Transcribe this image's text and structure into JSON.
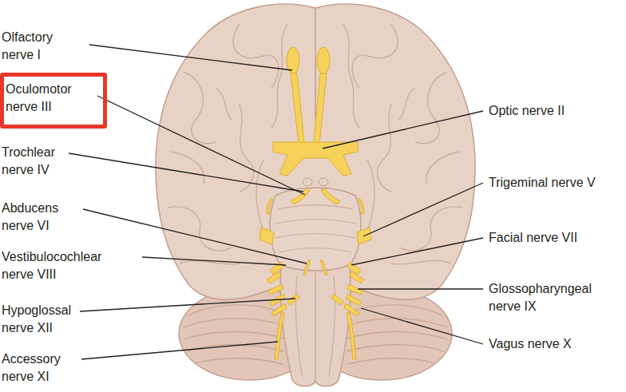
{
  "diagram": {
    "nodes": [
      {
        "text": [
          "Oculomotor nerve III"
        ]
      }
    ],
    "labels": [
      "Olfactory nerve I",
      "Trochlear nerve IV",
      "Abducens nerve VI",
      "Vestibulocochlear nerve VIII",
      "Hypoglossal nerve XII",
      "Accessory nerve XI",
      "Optic nerve II",
      "Trigeminal nerve V",
      "Facial nerve VII",
      "Glossopharyngeal nerve IX",
      "Vagus nerve X"
    ]
  }
}
